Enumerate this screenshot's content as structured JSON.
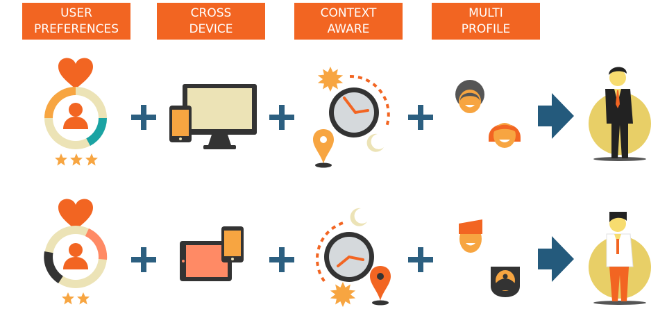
{
  "headers": [
    {
      "line1": "USER",
      "line2": "PREFERENCES"
    },
    {
      "line1": "CROSS",
      "line2": "DEVICE"
    },
    {
      "line1": "CONTEXT",
      "line2": "AWARE"
    },
    {
      "line1": "MULTI",
      "line2": "PROFILE"
    }
  ],
  "rows": [
    {
      "rating_stars": 3,
      "device": "desktop-and-phone",
      "profile_count": 2
    },
    {
      "rating_stars": 2,
      "device": "tablet-and-phone",
      "profile_count": 2
    }
  ],
  "colors": {
    "accent_orange": "#f26522",
    "light_orange": "#f7a541",
    "teal": "#1aa3a3",
    "salmon": "#ff8a65",
    "dark_gray": "#333333",
    "beige": "#ece3b6",
    "arrow_blue": "#245a7c",
    "plus_blue": "#2c5f80",
    "circle_yellow": "#e8cf67",
    "clock_gray": "#d5d9dc"
  },
  "icons": [
    "heart-icon",
    "user-icon",
    "star-icon",
    "plus-icon",
    "monitor-icon",
    "phone-icon",
    "tablet-icon",
    "clock-icon",
    "sun-icon",
    "moon-icon",
    "location-pin-icon",
    "face-icon",
    "arrow-right-icon",
    "person-icon"
  ]
}
